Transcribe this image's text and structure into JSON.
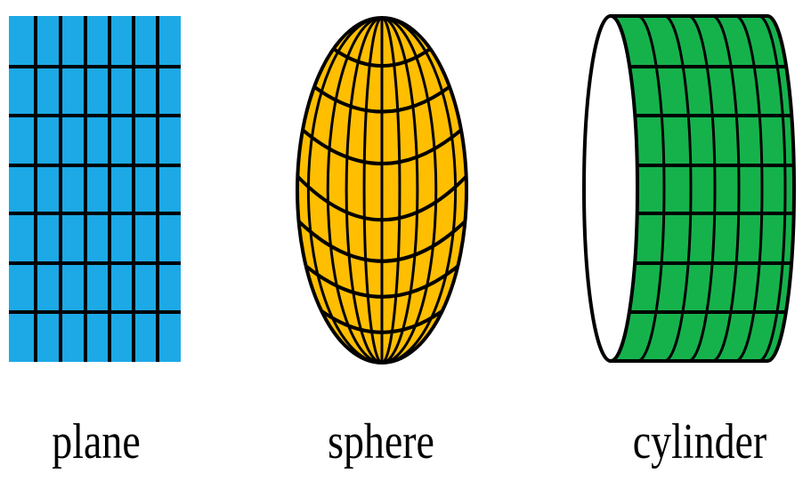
{
  "shapes": [
    {
      "key": "plane",
      "label": "plane",
      "fill_color": "#1CA9E6"
    },
    {
      "key": "sphere",
      "label": "sphere",
      "fill_color": "#FFBE00"
    },
    {
      "key": "cylinder",
      "label": "cylinder",
      "fill_color": "#15B24C"
    }
  ],
  "line_color": "#000000",
  "cylinder_cap_color": "#FFFFFF"
}
